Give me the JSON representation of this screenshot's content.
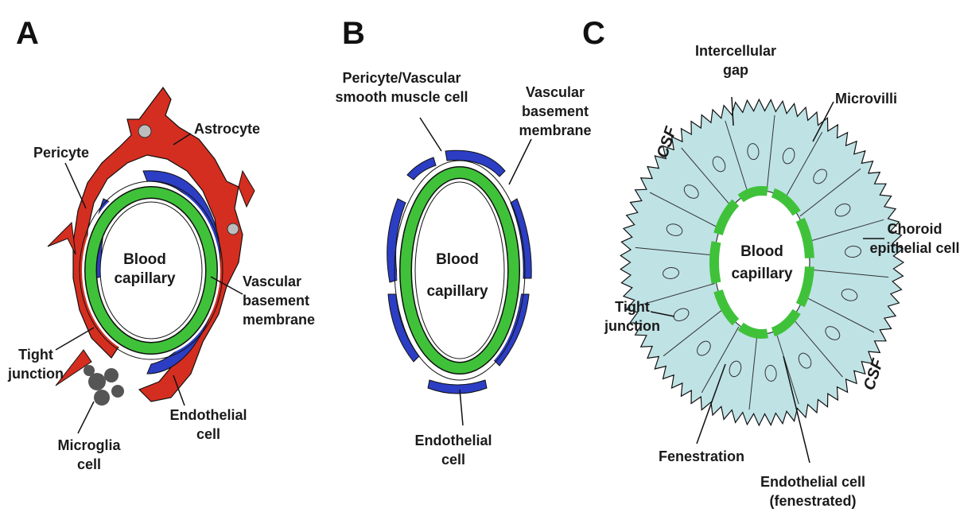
{
  "panels": {
    "a": {
      "letter": "A",
      "center": [
        "Blood",
        "capillary"
      ],
      "labels": {
        "astrocyte": "Astrocyte",
        "pericyte": "Pericyte",
        "vascular_basement": [
          "Vascular",
          "basement",
          "membrane"
        ],
        "tight_junction": [
          "Tight",
          "junction"
        ],
        "endothelial": [
          "Endothelial",
          "cell"
        ],
        "microglia": [
          "Microglia",
          "cell"
        ]
      }
    },
    "b": {
      "letter": "B",
      "center": [
        "Blood",
        "capillary"
      ],
      "labels": {
        "pericyte_vsmc": [
          "Pericyte/Vascular",
          "smooth muscle cell"
        ],
        "vascular_basement": [
          "Vascular",
          "basement",
          "membrane"
        ],
        "endothelial": [
          "Endothelial",
          "cell"
        ]
      }
    },
    "c": {
      "letter": "C",
      "center": [
        "Blood",
        "capillary"
      ],
      "labels": {
        "intercellular_gap": [
          "Intercellular",
          "gap"
        ],
        "microvilli": "Microvilli",
        "csf_top": "CSF",
        "csf_bottom": "CSF",
        "choroid": [
          "Choroid",
          "epithelial cell"
        ],
        "tight_junction": [
          "Tight",
          "junction"
        ],
        "fenestration": "Fenestration",
        "endothelial_fenestrated": [
          "Endothelial cell",
          "(fenestrated)"
        ]
      }
    }
  },
  "colors": {
    "astrocyte": "#d42e20",
    "pericyte": "#2c3ec4",
    "endothelium": "#3fc23a",
    "basement": "#ffffff",
    "microglia": "#555555",
    "choroid": "#bfe2e5",
    "outline": "#111111"
  }
}
